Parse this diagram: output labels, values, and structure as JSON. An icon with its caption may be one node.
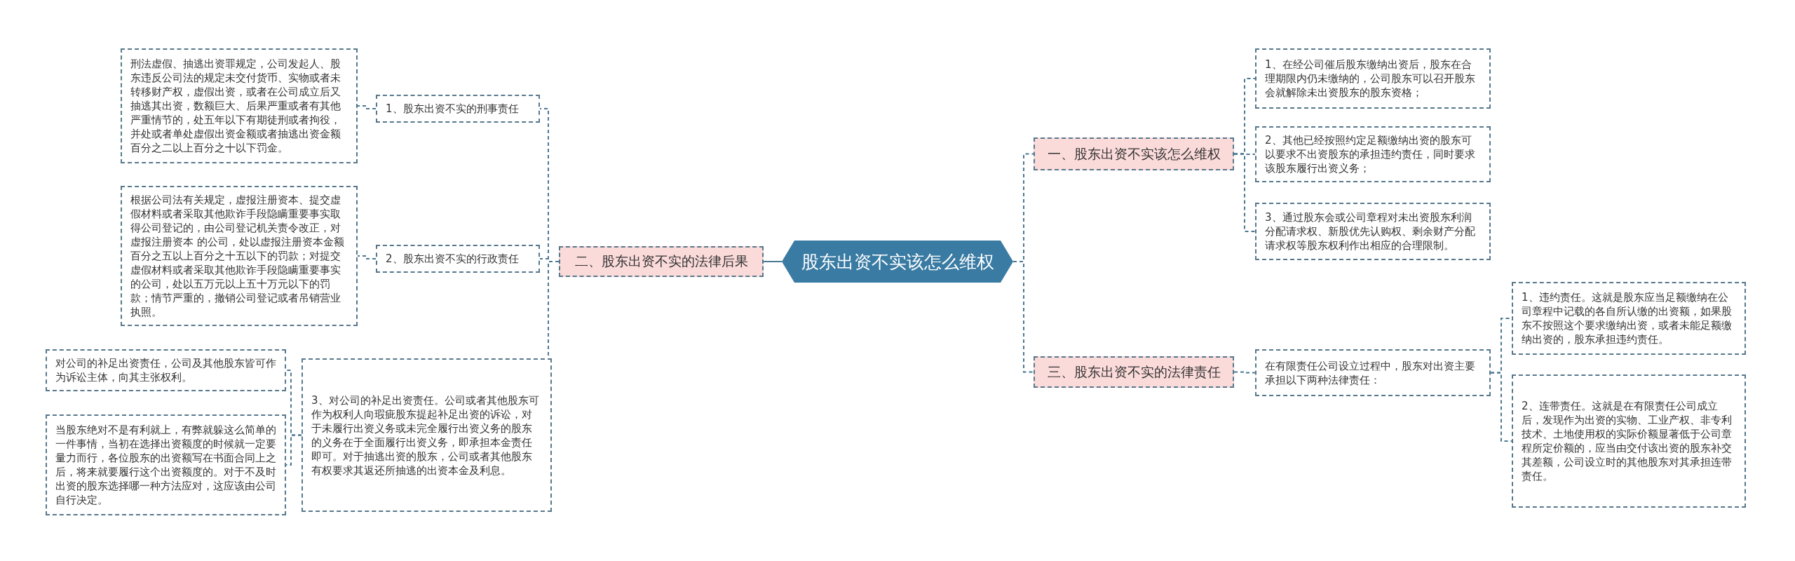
{
  "diagram": {
    "nodes": [
      {
        "text": [
          "股东出资不实该怎么维权"
        ]
      },
      {
        "text": [
          "二、股东出资不实的法律后果"
        ]
      },
      {
        "text": [
          "1、股东出资不实的刑事责任"
        ]
      },
      {
        "text": [
          "刑法虚假、抽逃出资罪规定，公司发起人、股东违反公司法的规定未交付货币、实物或者未转移财产权，虚假出资，或者在公司成立后又抽逃其出资，数额巨大、后果严重或者有其他严重情节的，处五年以下有期徒刑或者拘役，并处或者单处虚假出资金额或者抽逃出资金额百分之二以上百分之十以下罚金。"
        ]
      },
      {
        "text": [
          "2、股东出资不实的行政责任"
        ]
      },
      {
        "text": [
          "根据公司法有关规定，虚报注册资本、提交虚假材料或者采取其他欺诈手段隐瞒重要事实取得公司登记的，由公司登记机关责令改正，对虚报注册资本 的公司，处以虚报注册资本金额百分之五以上百分之十五以下的罚款；对提交虚假材料或者采取其他欺诈手段隐瞒重要事实的公司，处以五万元以上五十万元以下的罚款；情节严重的，撤销公司登记或者吊销营业执照。"
        ]
      },
      {
        "text": [
          "3、对公司的补足出资责任。公司或者其他股东可作为权利人向瑕疵股东提起补足出资的诉讼，对于未履行出资义务或未完全履行出资义务的股东的义务在于全面履行出资义务，即承担本金责任即可。对于抽逃出资的股东，公司或者其他股东有权要求其返还所抽逃的出资本金及利息。"
        ]
      },
      {
        "text": [
          "对公司的补足出资责任，公司及其他股东皆可作为诉讼主体，向其主张权利。"
        ]
      },
      {
        "text": [
          "当股东绝对不是有利就上，有弊就躲这么简单的一件事情，当初在选择出资额度的时候就一定要量力而行，各位股东的出资额写在书面合同上之后，将来就要履行这个出资额度的。对于不及时出资的股东选择哪一种方法应对，这应该由公司自行决定。"
        ]
      },
      {
        "text": [
          "一、股东出资不实该怎么维权"
        ]
      },
      {
        "text": [
          "1、在经公司催后股东缴纳出资后，股东在合理期限内仍未缴纳的，公司股东可以召开股东会就解除未出资股东的股东资格；"
        ]
      },
      {
        "text": [
          "2、其他已经按照约定足额缴纳出资的股东可以要求不出资股东的承担违约责任，同时要求该股东履行出资义务；"
        ]
      },
      {
        "text": [
          "3、通过股东会或公司章程对未出资股东利润分配请求权、新股优先认购权、剩余财产分配请求权等股东权利作出相应的合理限制。"
        ]
      },
      {
        "text": [
          "三、股东出资不实的法律责任"
        ]
      },
      {
        "text": [
          "在有限责任公司设立过程中，股东对出资主要承担以下两种法律责任："
        ]
      },
      {
        "text": [
          "1、违约责任。这就是股东应当足额缴纳在公司章程中记载的各自所认缴的出资额，如果股东不按照这个要求缴纳出资，或者未能足额缴纳出资的，股东承担违约责任。"
        ]
      },
      {
        "text": [
          "2、连带责任。这就是在有限责任公司成立后，发现作为出资的实物、工业产权、非专利技术、土地使用权的实际价额显著低于公司章程所定价额的，应当由交付该出资的股东补交其差额，公司设立时的其他股东对其承担连带责任。"
        ]
      }
    ],
    "edges": [
      {
        "from": 0,
        "to": 1,
        "arrow": "none"
      },
      {
        "from": 1,
        "to": 2,
        "arrow": "none",
        "style": "dashed"
      },
      {
        "from": 2,
        "to": 3,
        "arrow": "none",
        "style": "dashed"
      },
      {
        "from": 1,
        "to": 4,
        "arrow": "none",
        "style": "dashed"
      },
      {
        "from": 4,
        "to": 5,
        "arrow": "none",
        "style": "dashed"
      },
      {
        "from": 1,
        "to": 6,
        "arrow": "none",
        "style": "dashed"
      },
      {
        "from": 6,
        "to": 7,
        "arrow": "none",
        "style": "dashed"
      },
      {
        "from": 6,
        "to": 8,
        "arrow": "none",
        "style": "dashed"
      },
      {
        "from": 0,
        "to": 9,
        "arrow": "none",
        "style": "dashed"
      },
      {
        "from": 9,
        "to": 10,
        "arrow": "none",
        "style": "dashed"
      },
      {
        "from": 9,
        "to": 11,
        "arrow": "none",
        "style": "dashed"
      },
      {
        "from": 9,
        "to": 12,
        "arrow": "none",
        "style": "dashed"
      },
      {
        "from": 0,
        "to": 13,
        "arrow": "none",
        "style": "dashed"
      },
      {
        "from": 13,
        "to": 14,
        "arrow": "none",
        "style": "dashed"
      },
      {
        "from": 14,
        "to": 15,
        "arrow": "none",
        "style": "dashed"
      },
      {
        "from": 14,
        "to": 16,
        "arrow": "none",
        "style": "dashed"
      }
    ]
  }
}
